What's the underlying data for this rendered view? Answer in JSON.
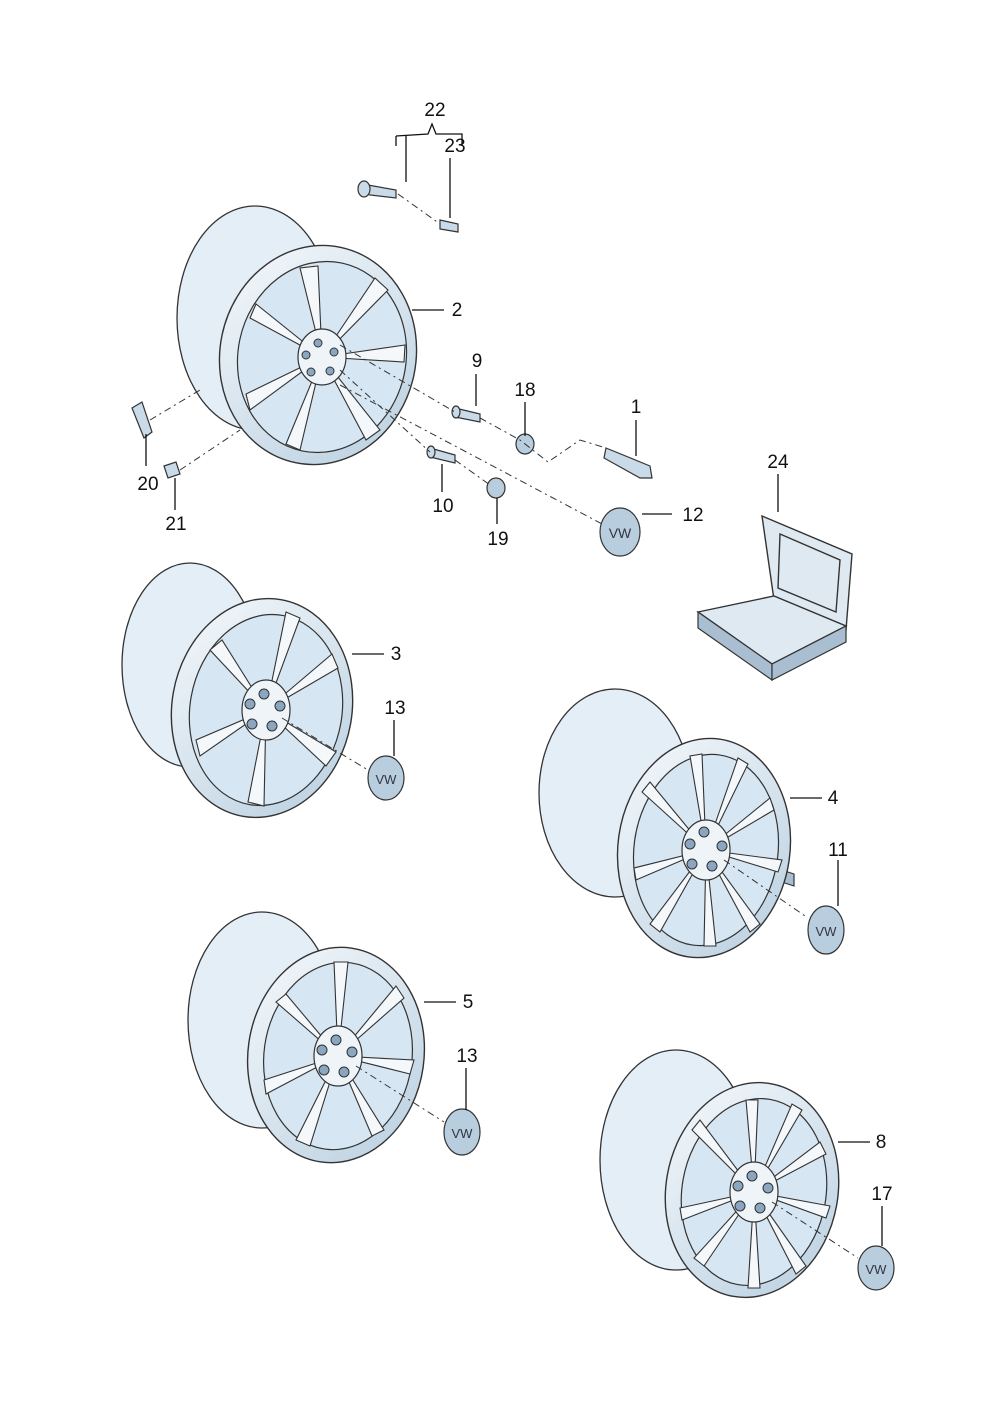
{
  "callouts": {
    "c22": "22",
    "c23": "23",
    "c2": "2",
    "c9": "9",
    "c18": "18",
    "c1": "1",
    "c20": "20",
    "c21": "21",
    "c10": "10",
    "c19": "19",
    "c12": "12",
    "c24": "24",
    "c3": "3",
    "c13a": "13",
    "c4": "4",
    "c11": "11",
    "c5": "5",
    "c13b": "13",
    "c8": "8",
    "c17": "17"
  },
  "colors": {
    "line": "#111111",
    "rim_light": "#eef4f9",
    "rim_shade": "#b9cfe0"
  },
  "icons": {
    "center_cap_logo": "vw-logo"
  }
}
